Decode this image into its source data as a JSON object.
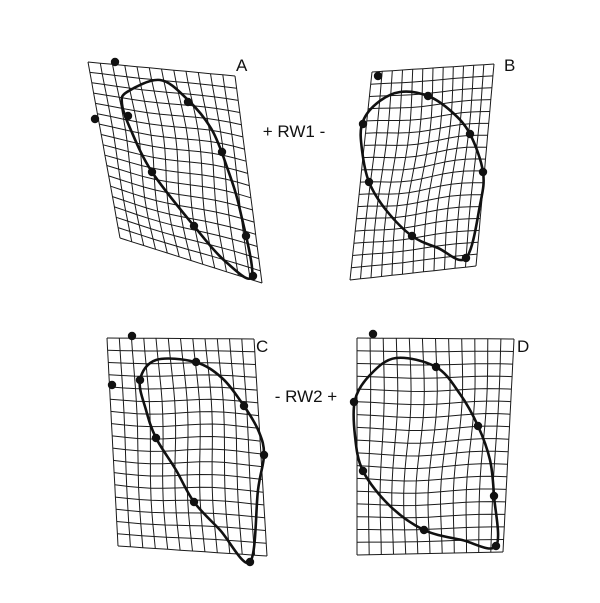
{
  "figure": {
    "panels": [
      {
        "id": "A",
        "label": "A"
      },
      {
        "id": "B",
        "label": "B"
      },
      {
        "id": "C",
        "label": "C"
      },
      {
        "id": "D",
        "label": "D"
      }
    ],
    "axes": {
      "rw1": {
        "label": "+ RW1 -"
      },
      "rw2": {
        "label": "- RW2 +"
      }
    },
    "colors": {
      "ink": "#111111",
      "background": "#ffffff"
    }
  }
}
